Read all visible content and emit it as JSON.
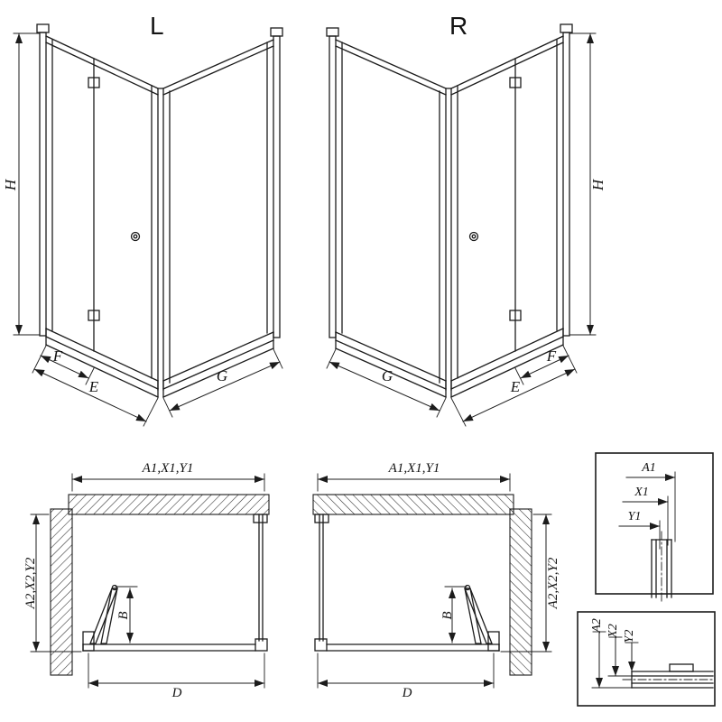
{
  "colors": {
    "line": "#1c1c1c",
    "background": "#ffffff"
  },
  "iso_left": {
    "title": "L",
    "dim_h": "H",
    "dim_f": "F",
    "dim_e": "E",
    "dim_g": "G"
  },
  "iso_right": {
    "title": "R",
    "dim_h": "H",
    "dim_f": "F",
    "dim_e": "E",
    "dim_g": "G"
  },
  "plan_left": {
    "dim_top": "A1,X1,Y1",
    "dim_side": "A2,X2,Y2",
    "dim_b": "B",
    "dim_d": "D"
  },
  "plan_right": {
    "dim_top": "A1,X1,Y1",
    "dim_side": "A2,X2,Y2",
    "dim_b": "B",
    "dim_d": "D"
  },
  "detail_top": {
    "labels": [
      "A1",
      "X1",
      "Y1"
    ]
  },
  "detail_bottom": {
    "labels": [
      "A2",
      "X2",
      "Y2"
    ]
  }
}
